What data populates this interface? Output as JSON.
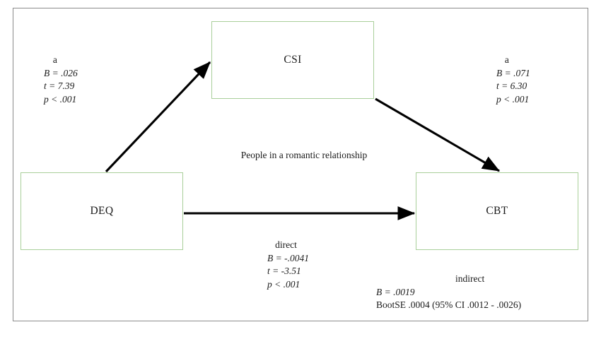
{
  "figure": {
    "caption_center": "People in a romantic relationship",
    "frame_color": "#8a8a8a",
    "node_border_color": "#a9cf9a",
    "arrow_color": "#000000"
  },
  "nodes": [
    {
      "id": "csi",
      "label": "CSI"
    },
    {
      "id": "deq",
      "label": "DEQ"
    },
    {
      "id": "cbt",
      "label": "CBT"
    }
  ],
  "paths": {
    "a_left": {
      "header": "a",
      "coefficient": "B = .026",
      "t_statistic": "t = 7.39",
      "p_value": "p < .001"
    },
    "a_right": {
      "header": "a",
      "coefficient": "B = .071",
      "t_statistic": "t = 6.30",
      "p_value": "p < .001"
    },
    "direct": {
      "header": "direct",
      "coefficient": "B = -.0041",
      "t_statistic": "t = -3.51",
      "p_value": "p < .001"
    },
    "indirect": {
      "header": "indirect",
      "coefficient": "B = .0019",
      "bootse": "BootSE .0004 (95% CI .0012 - .0026)"
    }
  }
}
